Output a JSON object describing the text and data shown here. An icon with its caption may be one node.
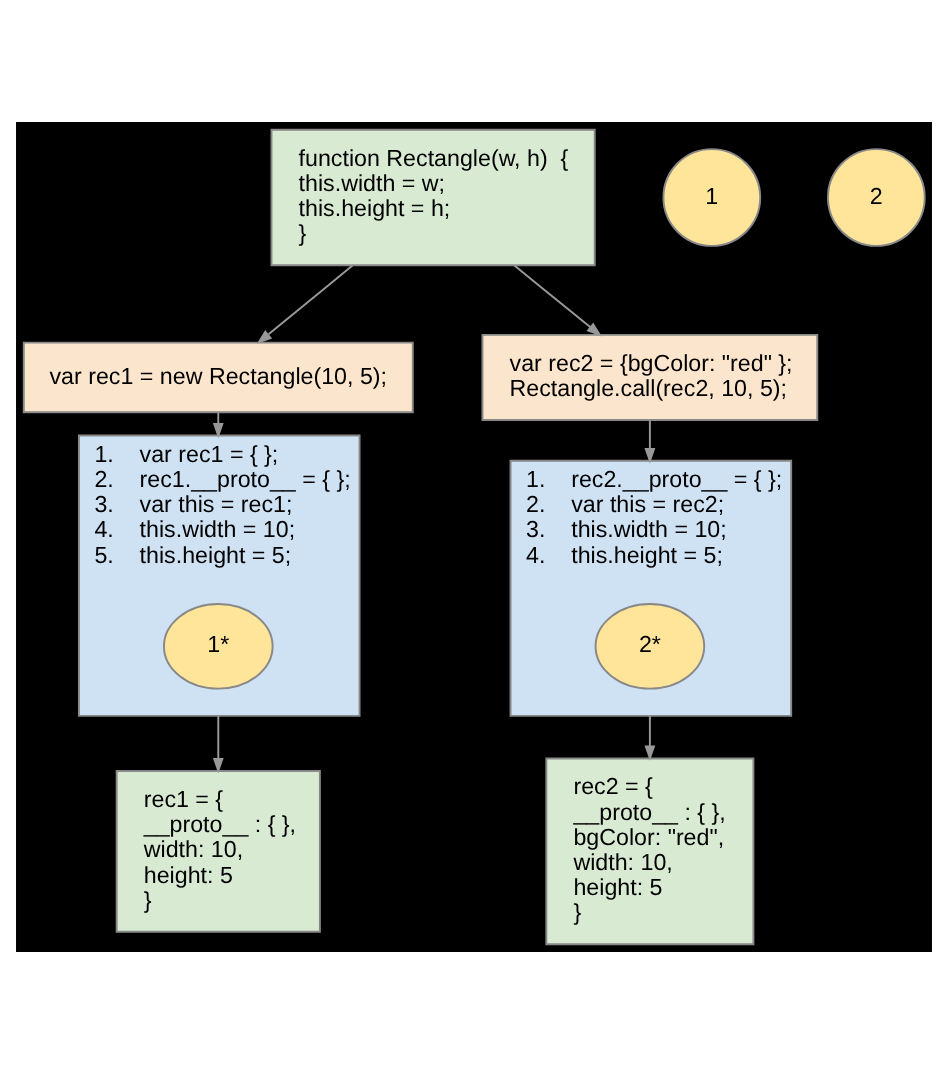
{
  "diagram": {
    "nodes": [
      {
        "text": [
          "function Rectangle(w, h)  {",
          "this.width = w;",
          "this.height = h;",
          "}"
        ]
      },
      {
        "text": [
          "1"
        ]
      },
      {
        "text": [
          "2"
        ]
      },
      {
        "text": [
          "var rec1 = new Rectangle(10, 5);"
        ]
      },
      {
        "text": [
          "var rec2 = {bgColor: \"red\" };",
          "Rectangle.call(rec2, 10, 5);"
        ]
      },
      {
        "text": [
          "1.    var rec1 = { };",
          "2.    rec1.__proto__ = { };",
          "3.    var this = rec1;",
          "4.    this.width = 10;",
          "5.    this.height = 5;"
        ]
      },
      {
        "text": [
          "1*"
        ],
        "in": 5
      },
      {
        "text": [
          "1.    rec2.__proto__ = { };",
          "2.    var this = rec2;",
          "3.    this.width = 10;",
          "4.    this.height = 5;"
        ]
      },
      {
        "text": [
          "2*"
        ],
        "in": 7
      },
      {
        "text": [
          "rec1 = {",
          "__proto__ : { },",
          "width: 10,",
          "height: 5",
          "}"
        ]
      },
      {
        "text": [
          "rec2 = {",
          "__proto__ : { },",
          "bgColor: \"red\",",
          "width: 10,",
          "height: 5",
          "}"
        ]
      }
    ],
    "edges": [
      {
        "from": 0,
        "to": 3,
        "arrow": "to"
      },
      {
        "from": 0,
        "to": 4,
        "arrow": "to"
      },
      {
        "from": 3,
        "to": 5,
        "arrow": "to"
      },
      {
        "from": 4,
        "to": 7,
        "arrow": "to"
      },
      {
        "from": 5,
        "to": 9,
        "arrow": "to"
      },
      {
        "from": 7,
        "to": 10,
        "arrow": "to"
      }
    ]
  }
}
